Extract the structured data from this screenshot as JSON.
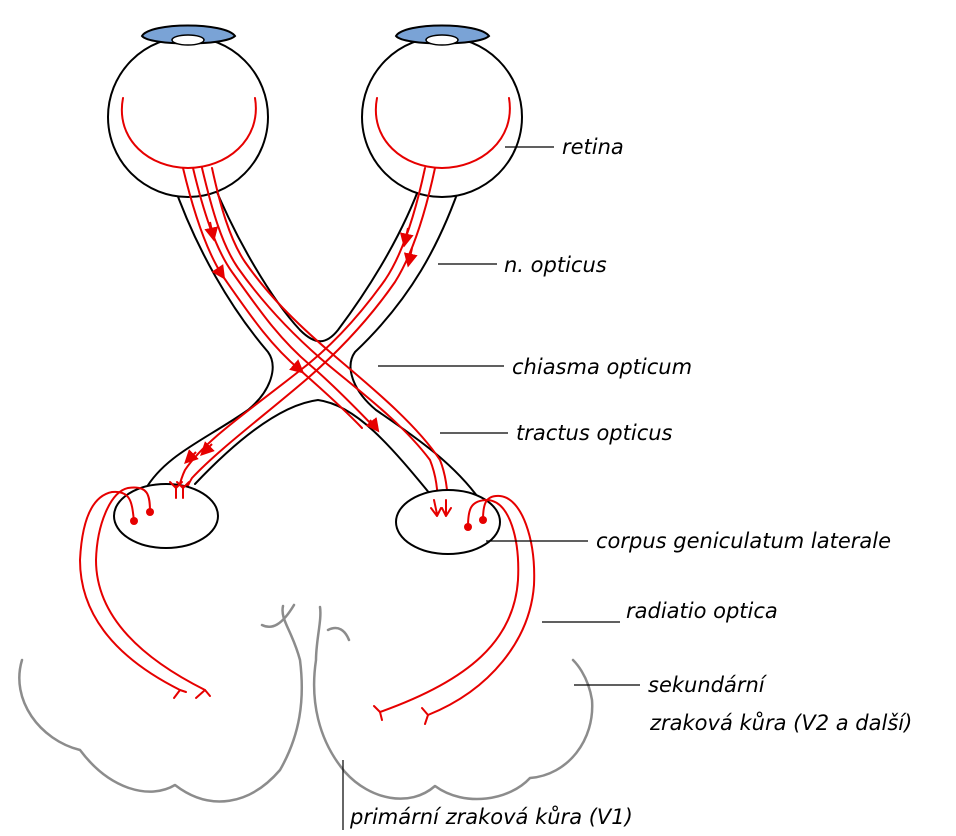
{
  "labels": {
    "retina": "retina",
    "n_opticus": "n. opticus",
    "chiasma": "chiasma opticum",
    "tractus": "tractus opticus",
    "cgl": "corpus geniculatum laterale",
    "radiatio": "radiatio optica",
    "v2_line1": "sekundární",
    "v2_line2": "zraková kůra (V2 a další)",
    "v1": "primární zraková kůra (V1)"
  },
  "colors": {
    "fiber": "#e60000",
    "outline": "#000000",
    "cortex": "#8c8c8c",
    "cornea": "#7aa3d6"
  }
}
